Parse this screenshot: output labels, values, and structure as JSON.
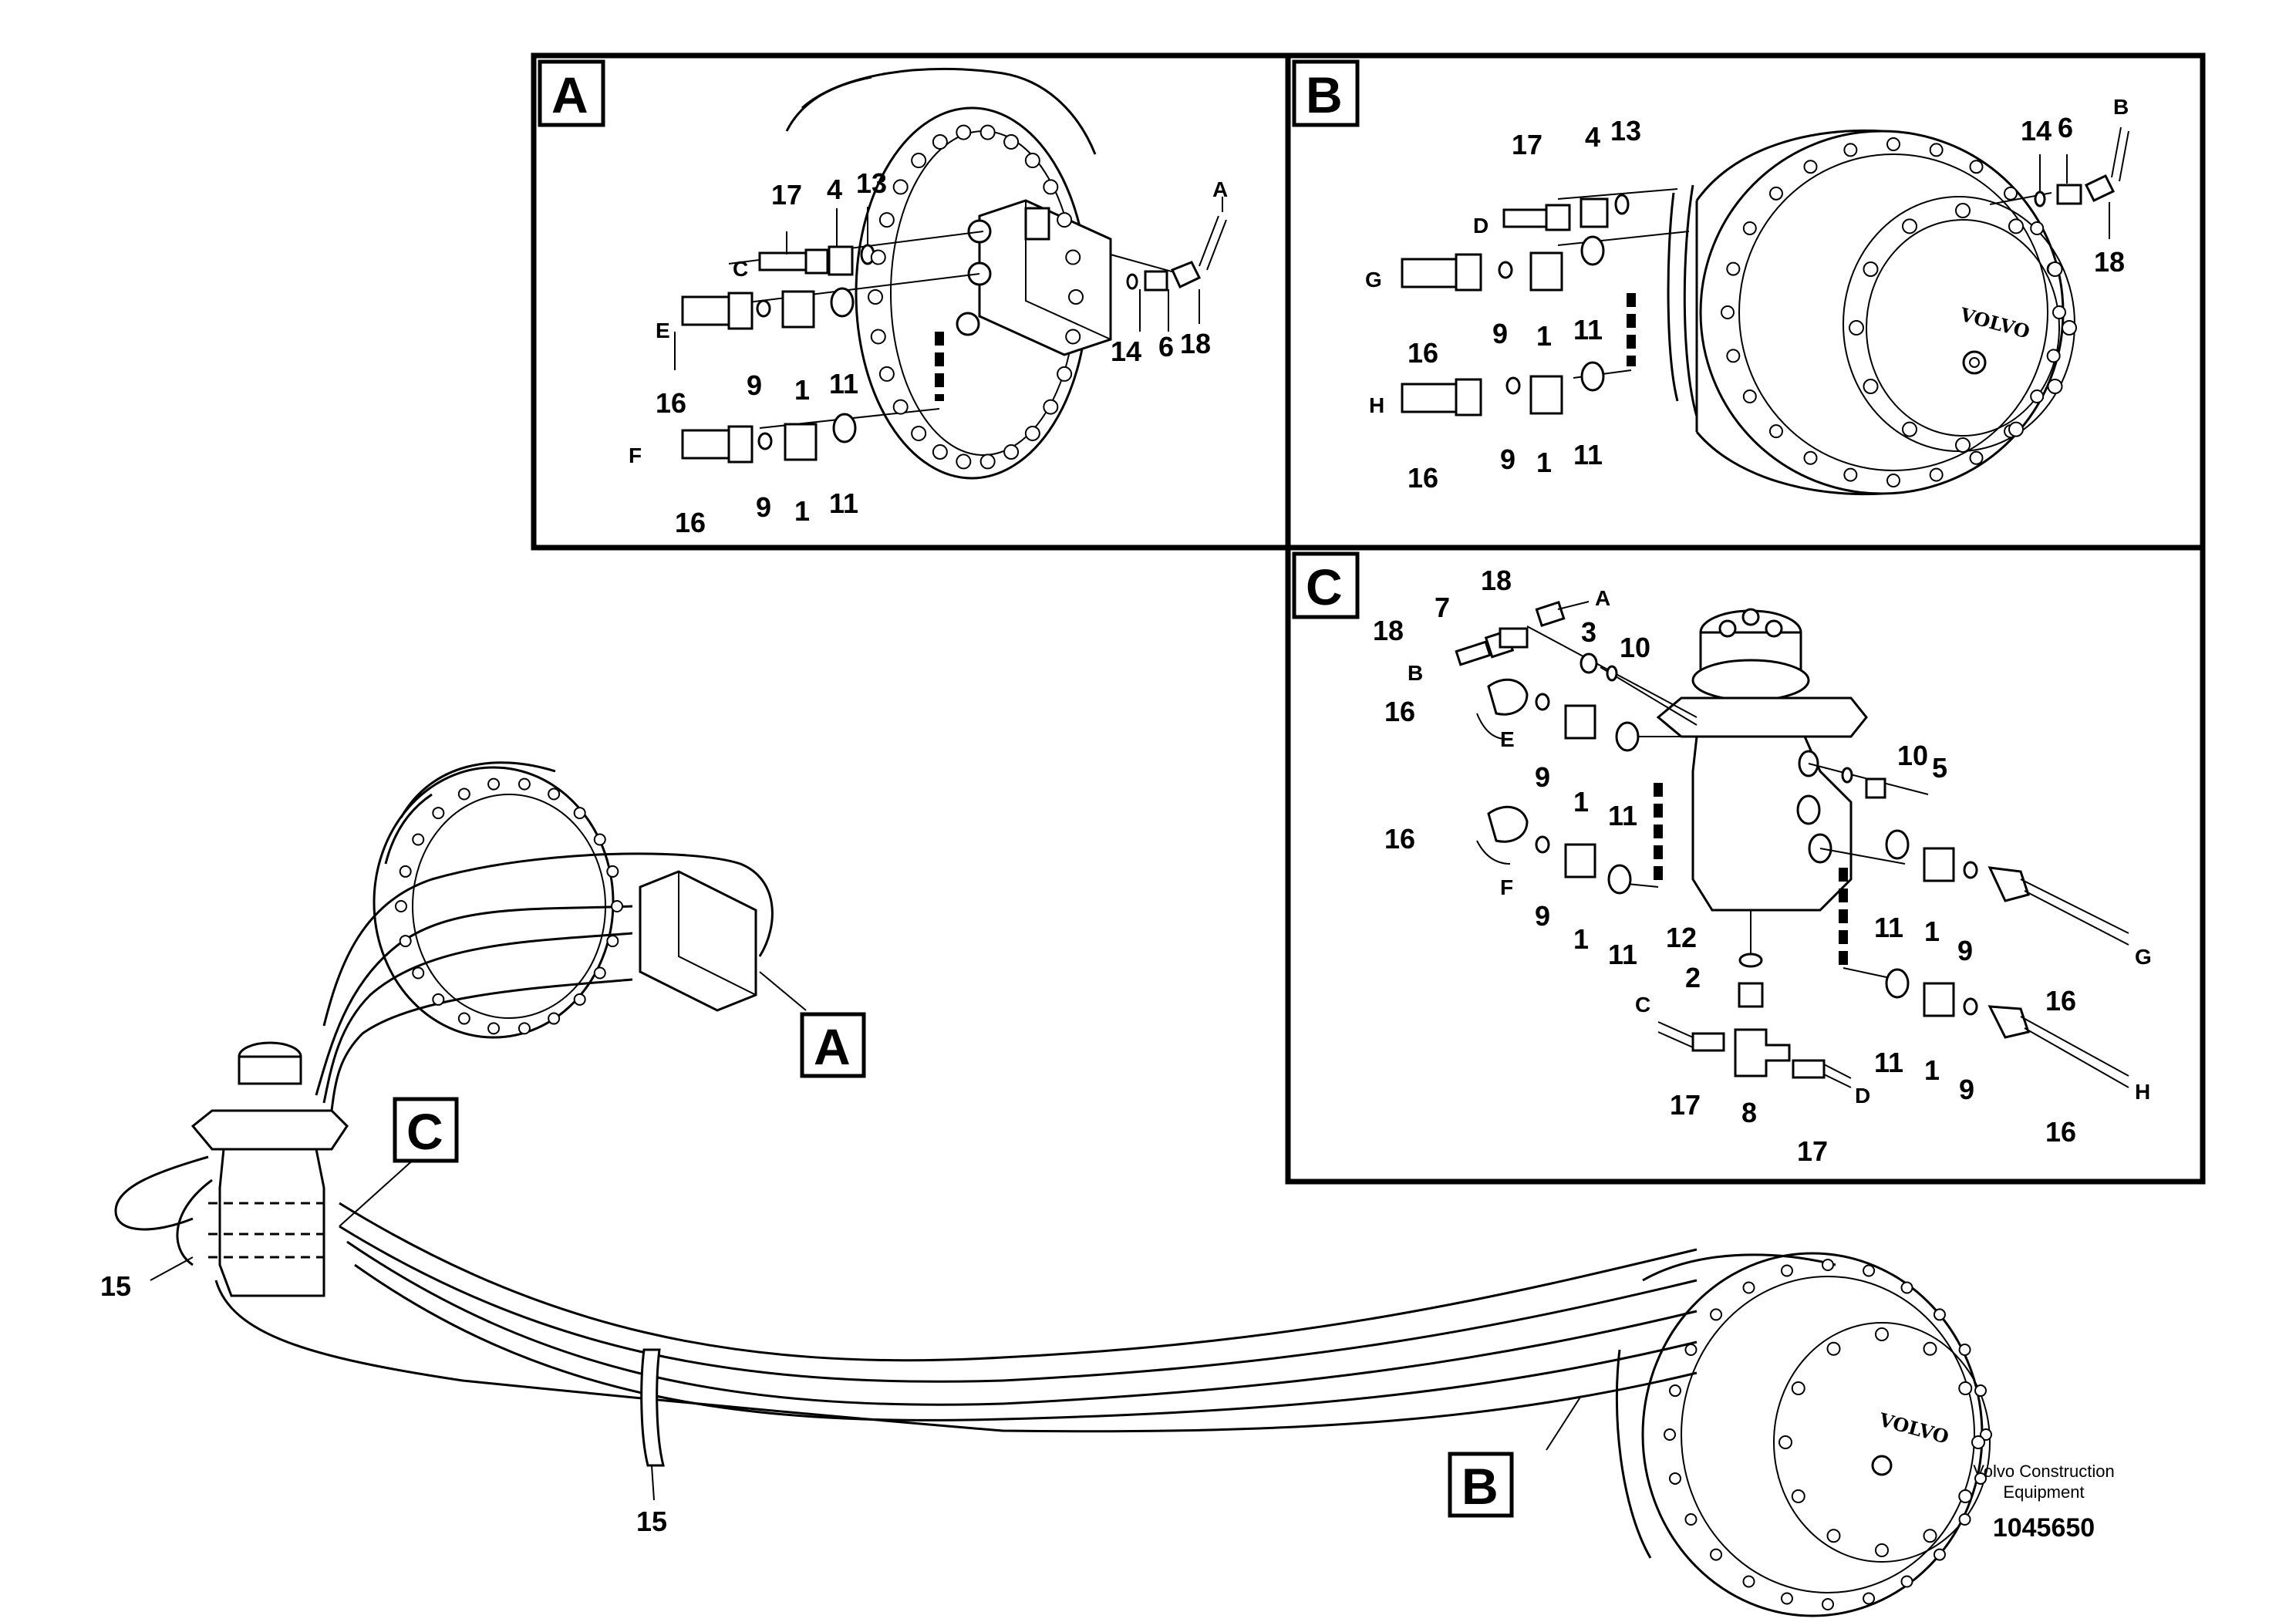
{
  "panels": {
    "A": {
      "tag": "A",
      "labels": {
        "n17": "17",
        "n4": "4",
        "n13": "13",
        "C": "C",
        "E": "E",
        "n9a": "9",
        "n1a": "1",
        "n11a": "11",
        "n16a": "16",
        "F": "F",
        "n9b": "9",
        "n1b": "1",
        "n11b": "11",
        "n16b": "16",
        "A": "A",
        "n14": "14",
        "n6": "6",
        "n18": "18"
      }
    },
    "B": {
      "tag": "B",
      "labels": {
        "n17": "17",
        "n4": "4",
        "n13": "13",
        "D": "D",
        "G": "G",
        "n9a": "9",
        "n1a": "1",
        "n11a": "11",
        "n16a": "16",
        "H": "H",
        "n9b": "9",
        "n1b": "1",
        "n11b": "11",
        "n16b": "16",
        "n14": "14",
        "n6": "6",
        "B": "B",
        "n18": "18"
      },
      "logo": "VOLVO"
    },
    "C": {
      "tag": "C",
      "labels": {
        "n18a": "18",
        "A": "A",
        "n7": "7",
        "n18b": "18",
        "B": "B",
        "n3": "3",
        "n10a": "10",
        "n16a": "16",
        "E": "E",
        "n9a": "9",
        "n1a": "1",
        "n11a": "11",
        "n10b": "10",
        "n5": "5",
        "n16b": "16",
        "F": "F",
        "n9b": "9",
        "n1b": "1",
        "n11b": "11",
        "n11c": "11",
        "n1c": "1",
        "n9c": "9",
        "G": "G",
        "n16c": "16",
        "n12": "12",
        "n2": "2",
        "C": "C",
        "n17a": "17",
        "n8": "8",
        "n17b": "17",
        "D": "D",
        "n11d": "11",
        "n1d": "1",
        "n9d": "9",
        "H": "H",
        "n16d": "16"
      }
    }
  },
  "overview": {
    "callout_A": "A",
    "callout_B": "B",
    "callout_C": "C",
    "n15a": "15",
    "n15b": "15",
    "logo": "VOLVO"
  },
  "footer": {
    "brand_line1": "Volvo Construction",
    "brand_line2": "Equipment",
    "drawing_number": "1045650"
  }
}
